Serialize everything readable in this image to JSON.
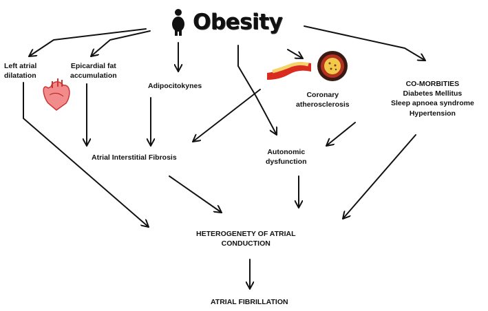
{
  "title": "Obesity",
  "nodes": {
    "left_atrial": [
      "Left atrial",
      "dilatation"
    ],
    "epicardial": [
      "Epicardial fat",
      "accumulation"
    ],
    "adipocitokynes": "Adipocitokynes",
    "coronary": [
      "Coronary",
      "atherosclerosis"
    ],
    "comorbities": [
      "CO-MORBITIES",
      "Diabetes Mellitus",
      "Sleep apnoea syndrome",
      "Hypertension"
    ],
    "fibrosis": "Atrial Interstitial Fibrosis",
    "autonomic": [
      "Autonomic",
      "dysfunction"
    ],
    "heterogeneity": [
      "HETEROGENETY OF ATRIAL",
      "CONDUCTION"
    ],
    "af": "ATRIAL FIBRILLATION"
  },
  "icons": [
    "person-silhouette-icon",
    "heart-icon",
    "artery-plaque-icon",
    "artery-cross-section-icon"
  ]
}
